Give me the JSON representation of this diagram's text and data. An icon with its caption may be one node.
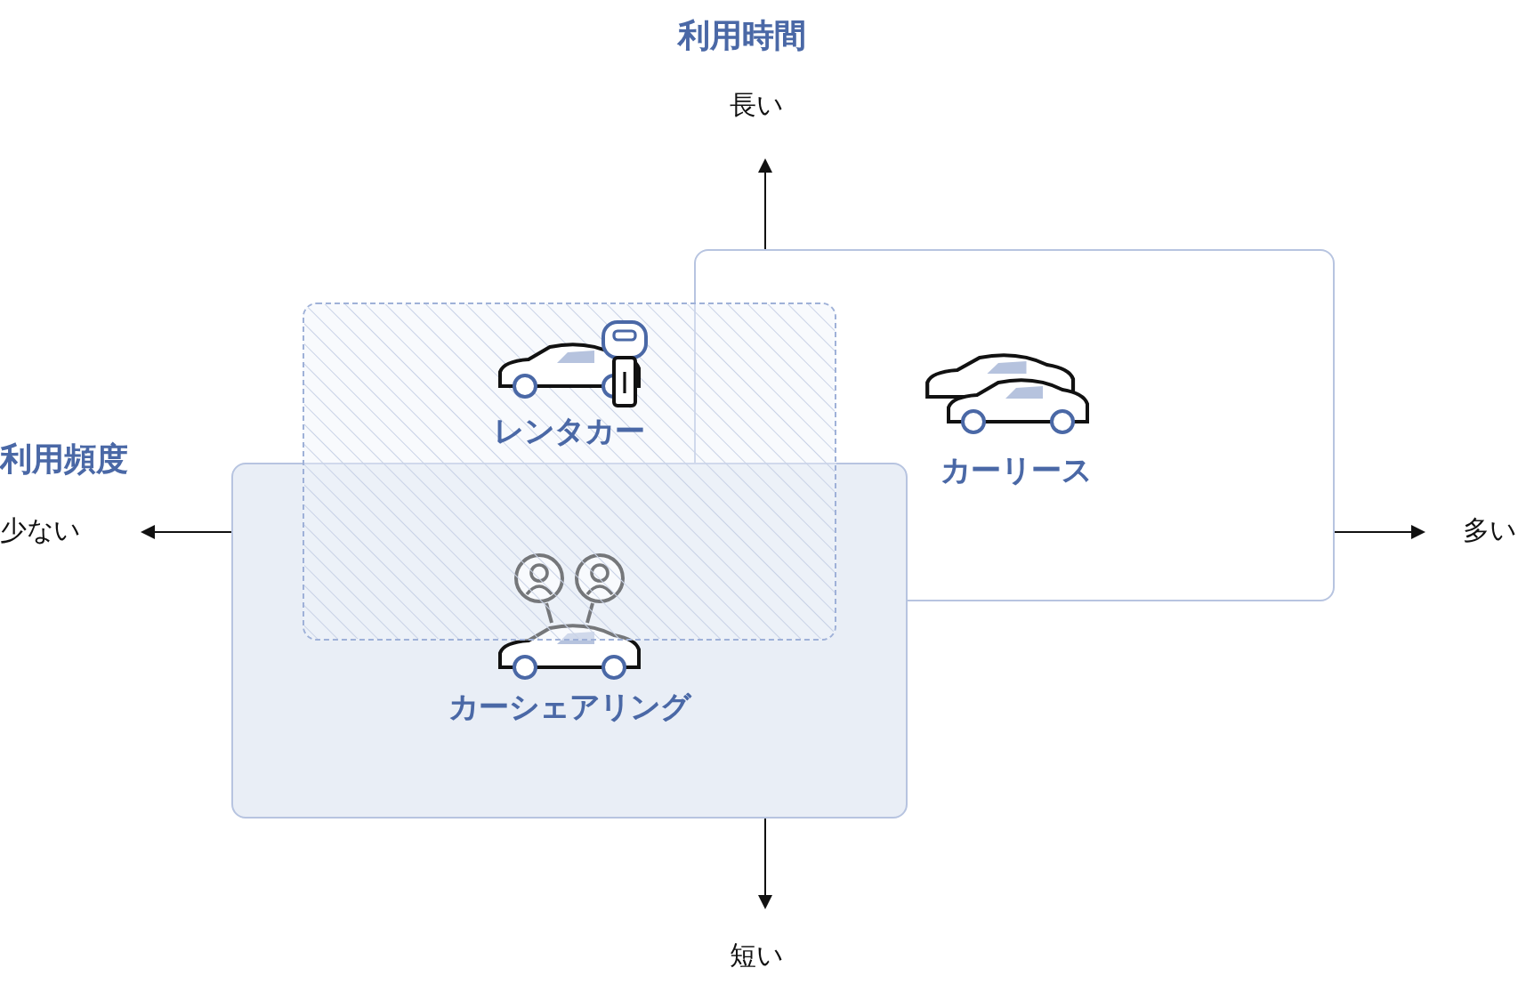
{
  "diagram": {
    "nodes": [
      {
        "text": [
          "カーリース"
        ]
      },
      {
        "text": [
          "レンタカー"
        ]
      },
      {
        "text": [
          "カーシェアリング"
        ]
      }
    ],
    "labels": [
      "利用時間",
      "長い",
      "利用頻度",
      "少ない",
      "多い",
      "短い"
    ]
  }
}
